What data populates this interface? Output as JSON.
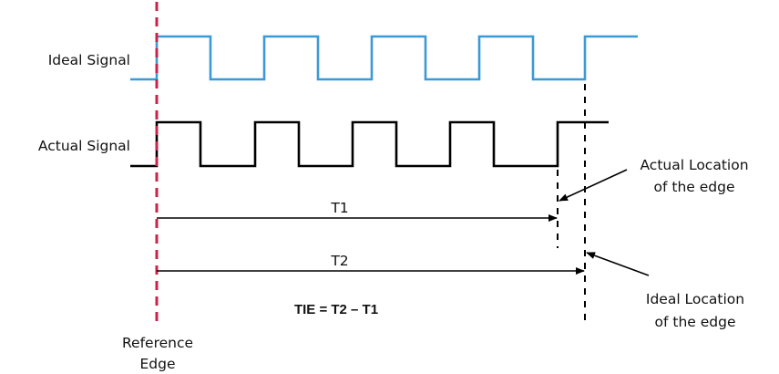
{
  "title": "Time Interval Error diagram",
  "labels": {
    "ideal_signal": "Ideal Signal",
    "actual_signal": "Actual Signal",
    "t1": "T1",
    "t2": "T2",
    "formula": "TIE = T2 – T1",
    "reference_edge_line1": "Reference",
    "reference_edge_line2": "Edge",
    "actual_location_line1": "Actual Location",
    "actual_location_line2": "of the edge",
    "ideal_location_line1": "Ideal Location",
    "ideal_location_line2": "of the edge"
  },
  "signals": {
    "ideal": {
      "color": "#3a9ad6",
      "edges": 9,
      "description": "regular square wave"
    },
    "actual": {
      "color": "#000000",
      "edges": 9,
      "description": "square wave with timing error"
    }
  },
  "colors": {
    "reference_edge": "#c8234a",
    "ideal_signal": "#3a9ad6",
    "actual_signal": "#000000",
    "text": "#111111"
  }
}
